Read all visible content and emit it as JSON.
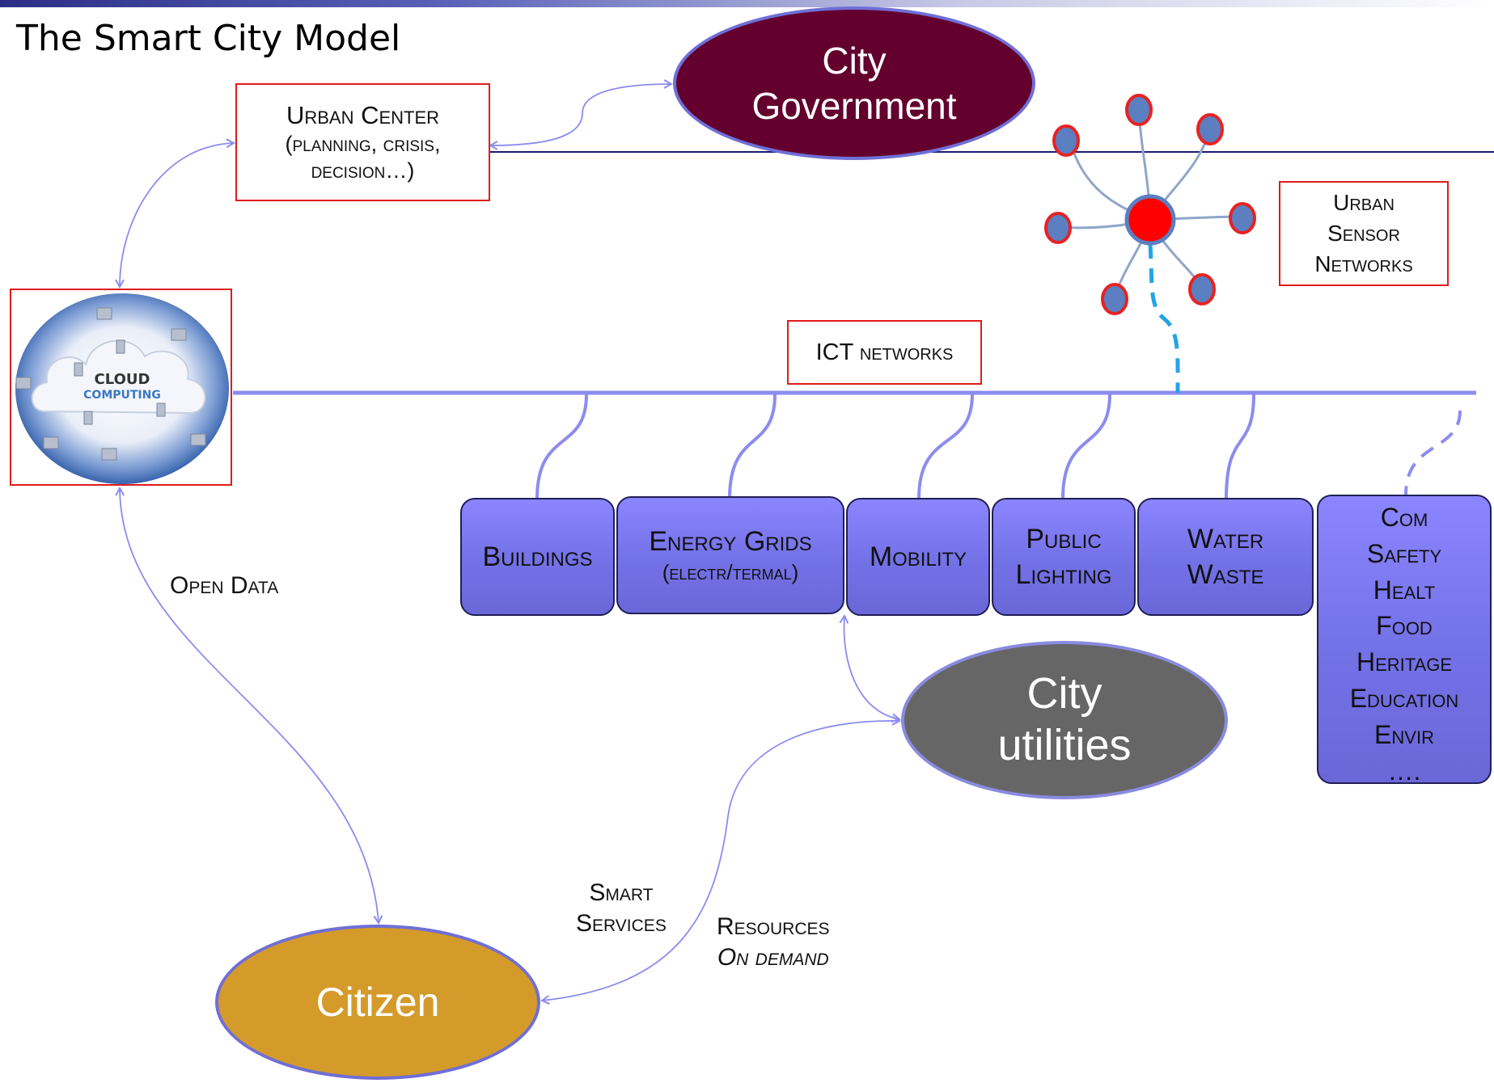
{
  "title": "The Smart City Model",
  "nodes": {
    "city_government": [
      "City",
      "Government"
    ],
    "urban_center": {
      "line1": "Urban Center",
      "line2": "(planning, crisis,",
      "line3": "decision…)"
    },
    "cloud": {
      "line1": "CLOUD",
      "line2": "COMPUTING"
    },
    "ict_networks": "ICT networks",
    "urban_sensor_networks": [
      "Urban",
      "Sensor",
      "Networks"
    ],
    "city_utilities": [
      "City",
      "utilities"
    ],
    "citizen": "Citizen"
  },
  "sectors": [
    {
      "lines": [
        "Buildings"
      ]
    },
    {
      "lines": [
        "Energy Grids"
      ],
      "sub": "(electr/termal)"
    },
    {
      "lines": [
        "Mobility"
      ]
    },
    {
      "lines": [
        "Public",
        "Lighting"
      ]
    },
    {
      "lines": [
        "Water",
        "Waste"
      ]
    },
    {
      "lines": [
        "Com",
        "Safety",
        "Healt",
        "Food",
        "Heritage",
        "Education",
        "Envir",
        "…."
      ]
    }
  ],
  "edge_labels": {
    "open_data": "Open Data",
    "smart_services": [
      "Smart",
      "Services"
    ],
    "resources": "Resources",
    "on_demand": "On demand"
  },
  "colors": {
    "government": "#63002e",
    "utilities": "#666666",
    "citizen": "#d49b2b",
    "sector_fill": "#7a77f0",
    "connector": "#8c8cef",
    "highlight_border": "#e01b1b",
    "sensor_hub": "#ff0000",
    "sensor_node": "#5b7fc0",
    "dashed_link": "#23a4e6"
  },
  "icons": {
    "cloud": "cloud-computing-icon",
    "sensor": "sensor-network-icon"
  }
}
